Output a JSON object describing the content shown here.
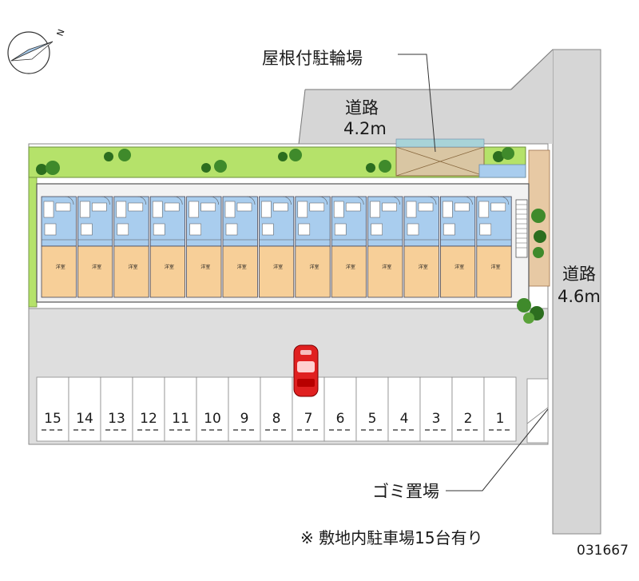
{
  "labels": {
    "roof_bicycle": "屋根付駐輪場",
    "road_top_name": "道路",
    "road_top_width": "4.2m",
    "road_right_name": "道路",
    "road_right_width": "4.6m",
    "garbage": "ゴミ置場",
    "parking_note": "※ 敷地内駐車場15台有り",
    "property_code": "031667",
    "compass_n": "N",
    "unit_room_label": "洋室"
  },
  "parking_spaces": [
    "15",
    "14",
    "13",
    "12",
    "11",
    "10",
    "9",
    "8",
    "7",
    "6",
    "5",
    "4",
    "3",
    "2",
    "1"
  ],
  "units": 13,
  "highlighted_space": "7",
  "colors": {
    "road": "#d6d6d6",
    "lot": "#dedede",
    "green_strip": "#b5e26a",
    "room_blue": "#a9cdee",
    "room_orange": "#f7cf98",
    "car_red": "#e02020",
    "tree_dark": "#2c6e1f"
  }
}
